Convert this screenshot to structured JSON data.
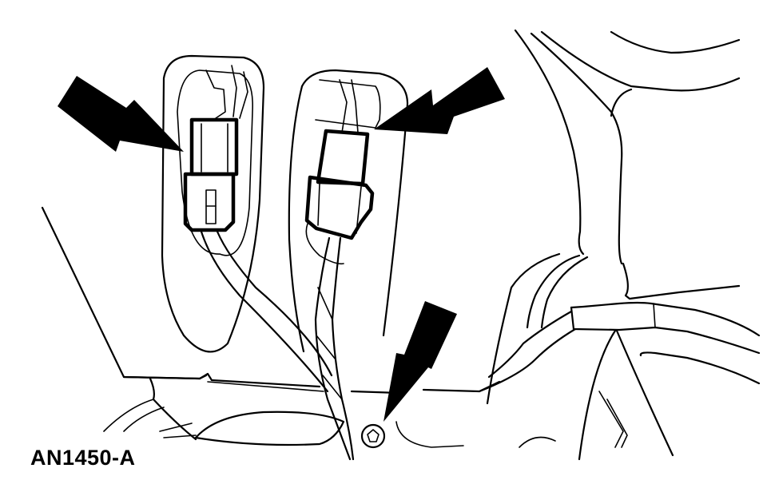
{
  "figure": {
    "id_label": "AN1450-A",
    "description": "Service illustration: two wiring connectors at steering column and a retaining screw, each indicated by a black arrow",
    "colors": {
      "line": "#000000",
      "background": "#ffffff",
      "arrow": "#000000"
    }
  },
  "callouts": [
    {
      "name": "arrow-left-connector",
      "target": "left connector"
    },
    {
      "name": "arrow-right-connector",
      "target": "right connector"
    },
    {
      "name": "arrow-screw",
      "target": "retaining screw"
    }
  ]
}
